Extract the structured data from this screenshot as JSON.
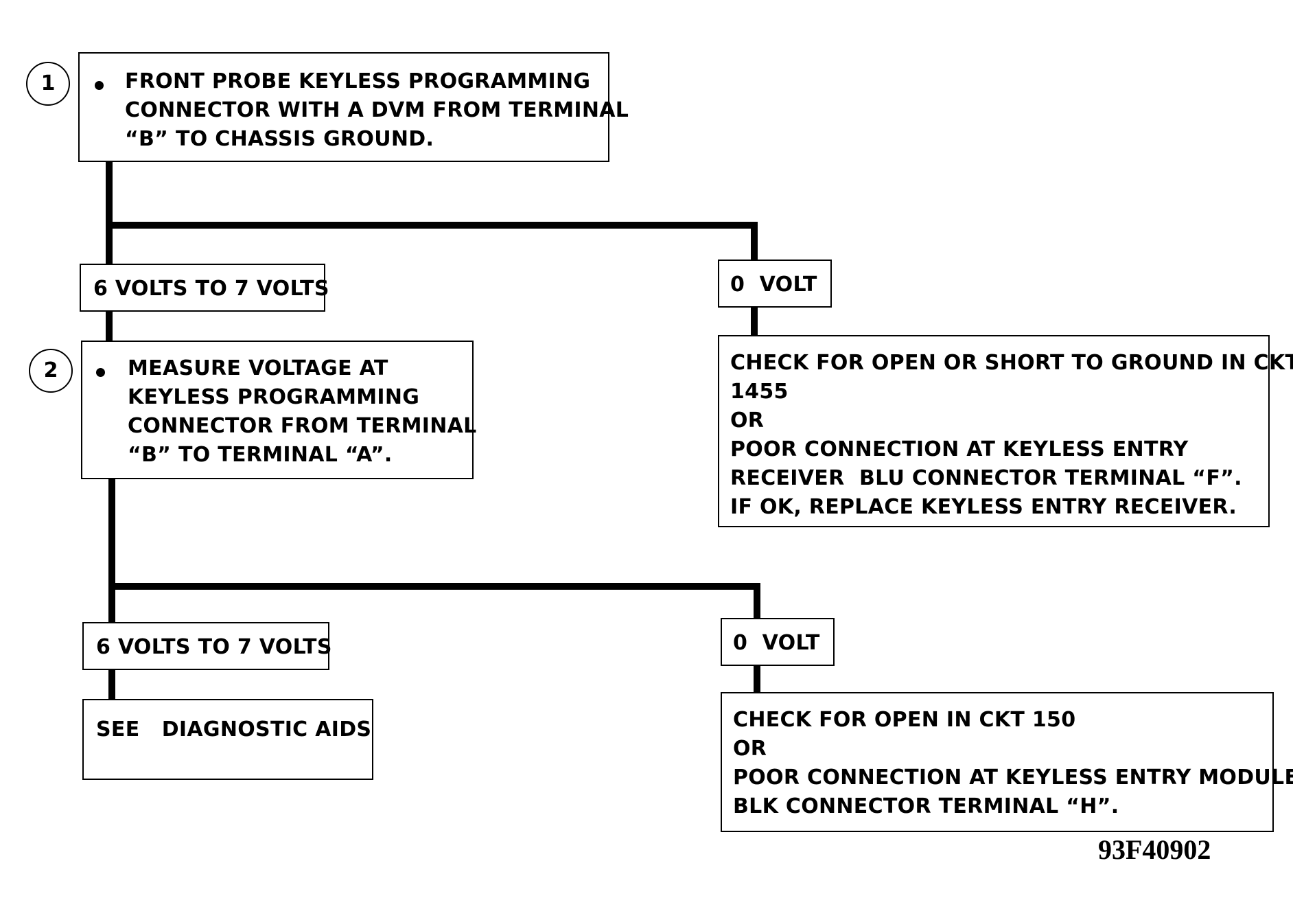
{
  "steps": [
    {
      "number": "1",
      "lines": [
        "FRONT PROBE KEYLESS PROGRAMMING",
        "CONNECTOR WITH A DVM FROM TERMINAL",
        "“B” TO CHASSIS GROUND."
      ]
    },
    {
      "number": "2",
      "lines": [
        "MEASURE VOLTAGE AT",
        "KEYLESS PROGRAMMING",
        "CONNECTOR FROM TERMINAL",
        "“B” TO TERMINAL “A”."
      ]
    }
  ],
  "branches": {
    "step1_left": "6 VOLTS TO 7 VOLTS",
    "step1_right": "0  VOLT",
    "step2_left": "6 VOLTS TO 7 VOLTS",
    "step2_right": "0  VOLT"
  },
  "results": {
    "step1_right_lines": [
      "CHECK FOR OPEN OR SHORT TO GROUND IN CKT",
      "1455",
      "OR",
      "POOR CONNECTION AT KEYLESS ENTRY",
      "RECEIVER  BLU CONNECTOR TERMINAL “F”.",
      "IF OK, REPLACE KEYLESS ENTRY RECEIVER."
    ],
    "step2_left": "SEE   DIAGNOSTIC AIDS",
    "step2_right_lines": [
      "CHECK FOR OPEN IN CKT 150",
      "OR",
      "POOR CONNECTION AT KEYLESS ENTRY MODULE",
      "BLK CONNECTOR TERMINAL “H”."
    ]
  },
  "figure_code": "93F40902"
}
